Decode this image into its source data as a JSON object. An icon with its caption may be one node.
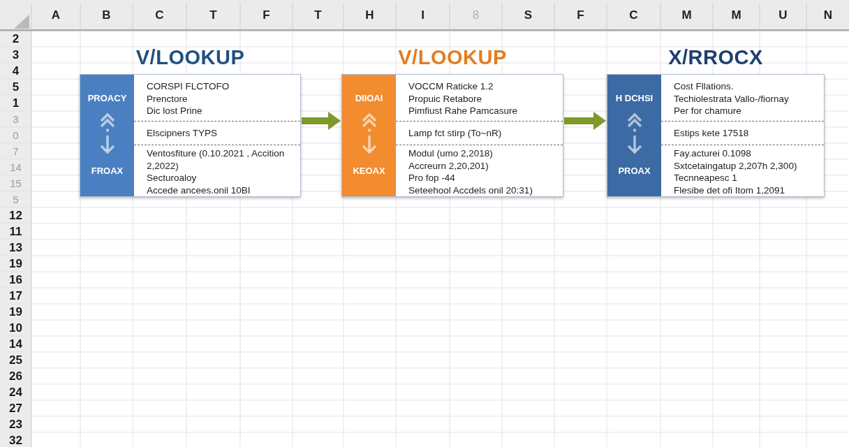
{
  "diagram": {
    "nodes": [
      {
        "text": [
          "V/LOOKUP"
        ]
      },
      {
        "text": [
          "PROACY",
          "FROAX"
        ],
        "in": 0
      },
      {
        "text": [
          "CORSPI FLCTOFO",
          "Prenctore",
          "Dic lost Prine"
        ],
        "in": 0
      },
      {
        "text": [
          "Elscipners TYPS"
        ],
        "in": 0
      },
      {
        "text": [
          "Ventosfiture (0.10.2021 , Accition 2,2022)",
          "Secturoaloy",
          "Accede ancees.onil 10BI"
        ],
        "in": 0
      },
      {
        "text": [
          "V/LOOKUP"
        ]
      },
      {
        "text": [
          "DIIOAI",
          "KEOAX"
        ],
        "in": 5
      },
      {
        "text": [
          "VOCCM Raticke 1.2",
          "Propuic Retabore",
          "Pimfiust Rahe Pamcasure"
        ],
        "in": 5
      },
      {
        "text": [
          "Lamp fct stirp (To~nR)"
        ],
        "in": 5
      },
      {
        "text": [
          "Modul (umo 2,2018)",
          "Accreurn 2,20,201)",
          "Pro fop -44",
          "Seteehool Accdels onil 20:31)"
        ],
        "in": 5
      },
      {
        "text": [
          "X/RROCX"
        ]
      },
      {
        "text": [
          "H DCHSI",
          "PROAX"
        ],
        "in": 10
      },
      {
        "text": [
          "Cost Fllations.",
          "Techiolestrata Vallo-/fiornay",
          "Per for chamure"
        ],
        "in": 10
      },
      {
        "text": [
          "Estips kete 17518"
        ],
        "in": 10
      },
      {
        "text": [
          "Fay.acturei 0.1098",
          "Sxtcetaingatup 2,207h 2,300)",
          "Tecnneapesc 1",
          "Flesibe det ofi Itom 1,2091"
        ],
        "in": 10
      }
    ],
    "edges": [
      {
        "from": 0,
        "to": 5,
        "arrow": "to"
      },
      {
        "from": 5,
        "to": 10,
        "arrow": "to"
      }
    ],
    "labels": [
      "A",
      "B",
      "C",
      "T",
      "F",
      "T",
      "H",
      "I",
      "8",
      "S",
      "F",
      "C",
      "M",
      "M",
      "U",
      "N",
      "2",
      "3",
      "4",
      "5",
      "1",
      "3",
      "0",
      "7",
      "14",
      "15",
      "5",
      "12",
      "11",
      "13",
      "19",
      "16",
      "17",
      "19",
      "10",
      "14",
      "25",
      "26",
      "24",
      "27",
      "23",
      "32"
    ]
  }
}
